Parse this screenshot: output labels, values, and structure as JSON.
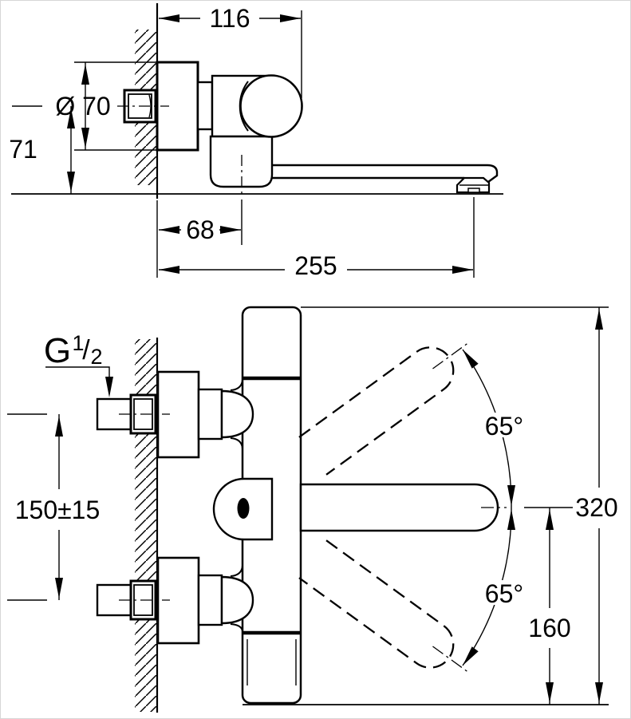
{
  "drawing": {
    "type": "technical-dimension-drawing",
    "views": {
      "side_view": {
        "dimensions": {
          "projection_depth": "116",
          "flange_diameter": "Ø 70",
          "drop_height": "71",
          "pivot_offset": "68",
          "spout_reach": "255"
        }
      },
      "plan_view": {
        "dimensions": {
          "thread_prefix": "G",
          "thread_numerator": "1",
          "thread_slash": "/",
          "thread_denominator": "2",
          "inlet_spacing": "150±15",
          "swivel_angle_upper": "65°",
          "swivel_angle_lower": "65°",
          "overall_length": "320",
          "spout_axis_to_end": "160"
        }
      }
    },
    "colors": {
      "line": "#000000",
      "background": "#ffffff"
    }
  }
}
